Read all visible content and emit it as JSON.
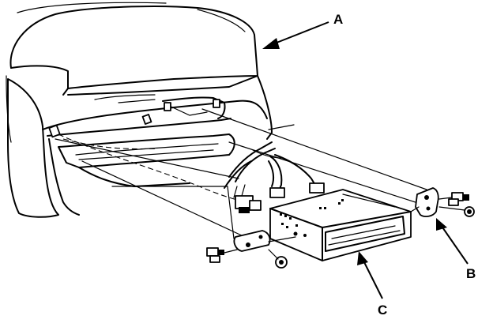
{
  "callouts": {
    "a": "A",
    "b": "B",
    "c": "C"
  },
  "parts": {
    "dashboard_panel": "dashboard-lower-panel",
    "wire_harness": "radio-wire-harness",
    "radio_unit": "audio-unit",
    "left_bracket": "left-mounting-bracket",
    "right_bracket": "right-mounting-bracket"
  }
}
